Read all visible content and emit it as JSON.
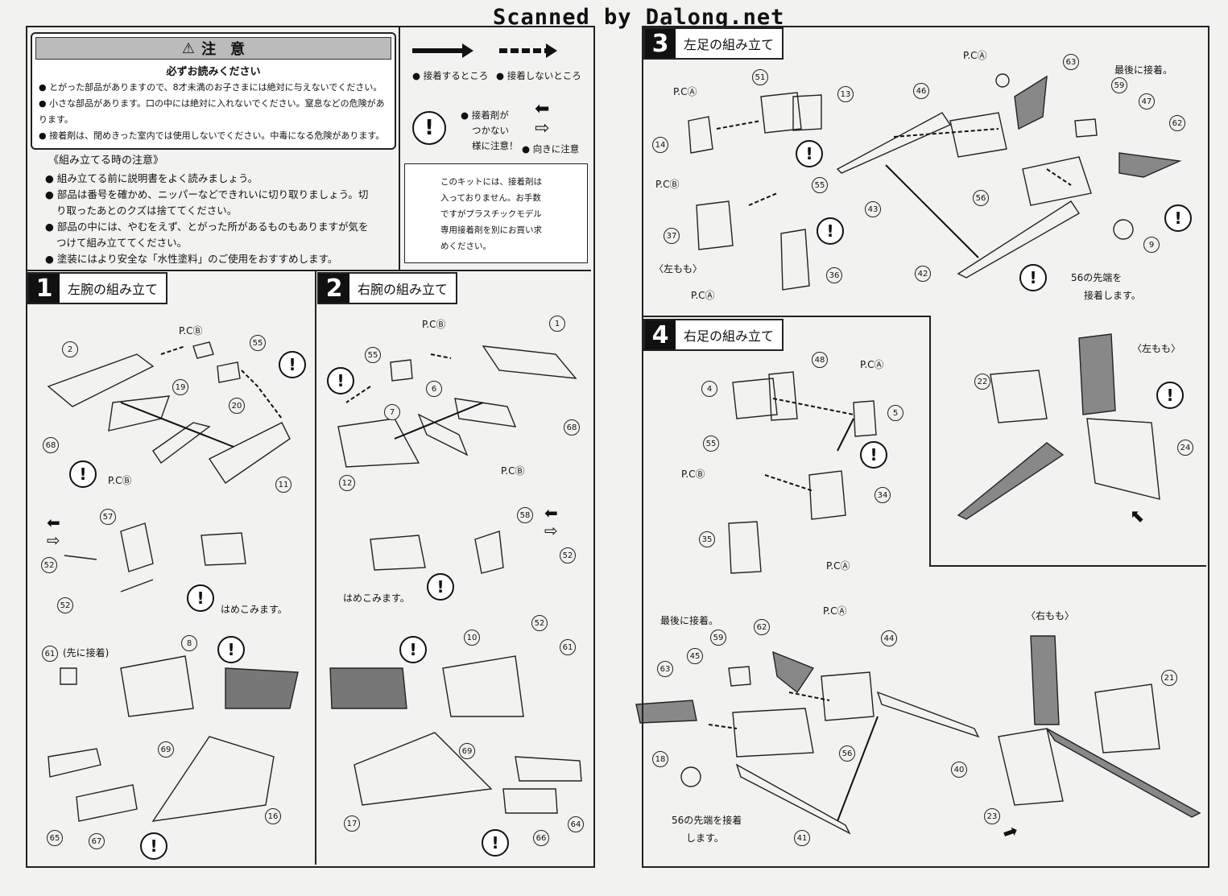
{
  "watermark": "Scanned by Dalong.net",
  "caution": {
    "title": "注　意",
    "subtitle": "必ずお読みください",
    "items": [
      "とがった部品がありますので、8才未満のお子さまには絶対に与えないでください。",
      "小さな部品があります。口の中には絶対に入れないでください。窒息などの危険があります。",
      "接着剤は、閉めきった室内では使用しないでください。中毒になる危険があります。"
    ]
  },
  "legend": {
    "glue": "接着するところ",
    "noglue": "接着しないところ",
    "careful_glue_1": "接着剤が",
    "careful_glue_2": "つかない",
    "careful_glue_3": "様に注意！",
    "direction": "向きに注意"
  },
  "assembly_notes": {
    "heading": "《組み立てる時の注意》",
    "items": [
      "組み立てる前に説明書をよく読みましょう。",
      "部品は番号を確かめ、ニッパーなどできれいに切り取りましょう。切",
      "り取ったあとのクズは捨ててください。",
      "部品の中には、やむをえず、とがった所があるものもありますが気を",
      "つけて組み立ててください。",
      "塗装にはより安全な「水性塗料」のご使用をおすすめします。"
    ]
  },
  "kit_note": [
    "このキットには、接着剤は",
    "入っておりません。お手数",
    "ですがプラスチックモデル",
    "専用接着剤を別にお買い求",
    "めください。"
  ],
  "sections": [
    {
      "num": "1",
      "title": "左腕の組み立て"
    },
    {
      "num": "2",
      "title": "右腕の組み立て"
    },
    {
      "num": "3",
      "title": "左足の組み立て"
    },
    {
      "num": "4",
      "title": "右足の組み立て"
    }
  ],
  "notes": {
    "hamekomi_1": "はめこみます。",
    "hamekomi_2": "はめこみます。",
    "first_glue": "(先に接着)",
    "last_glue_3": "最後に接着。",
    "last_glue_4": "最後に接着。",
    "tip_glue_3a": "56の先端を",
    "tip_glue_3b": "接着します。",
    "tip_glue_4a": "56の先端を接着",
    "tip_glue_4b": "します。",
    "left_thigh": "〈左もも〉",
    "left_thigh_b": "〈左もも〉",
    "right_thigh": "〈右もも〉",
    "pca": "P.CⒶ",
    "pcb": "P.CⒷ"
  },
  "part_numbers": {
    "s1": [
      "2",
      "55",
      "19",
      "20",
      "68",
      "11",
      "57",
      "52",
      "52",
      "8",
      "61",
      "69",
      "65",
      "67",
      "16"
    ],
    "s2": [
      "1",
      "55",
      "6",
      "7",
      "68",
      "12",
      "58",
      "52",
      "52",
      "10",
      "61",
      "69",
      "66",
      "64",
      "17"
    ],
    "s3": [
      "51",
      "13",
      "14",
      "55",
      "37",
      "36",
      "63",
      "59",
      "47",
      "46",
      "62",
      "43",
      "56",
      "9",
      "42"
    ],
    "s4": [
      "48",
      "4",
      "5",
      "55",
      "34",
      "35",
      "22",
      "24",
      "62",
      "59",
      "44",
      "63",
      "45",
      "18",
      "56",
      "41",
      "40",
      "21",
      "23"
    ]
  }
}
